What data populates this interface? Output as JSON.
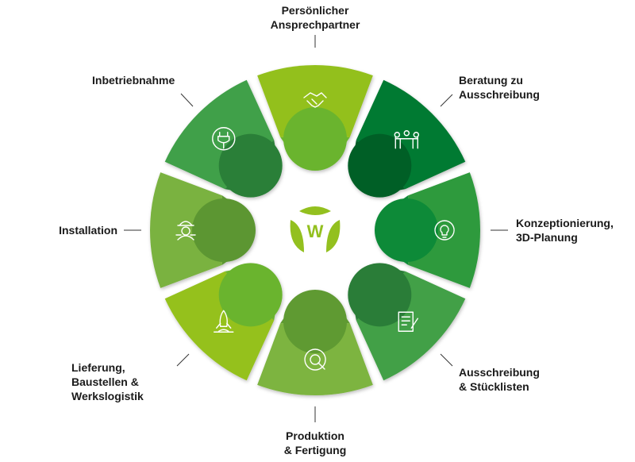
{
  "center_logo": {
    "letter": "W",
    "color": "#93c01f"
  },
  "segments": [
    {
      "label": "Persönlicher\nAnsprechpartner",
      "icon": "handshake-icon",
      "color": "#93c01f",
      "inner": "#6ab42d"
    },
    {
      "label": "Beratung zu\nAusschreibung",
      "icon": "meeting-table-icon",
      "color": "#007a33",
      "inner": "#005e28"
    },
    {
      "label": "Konzeptionierung,\n3D-Planung",
      "icon": "gear-lightbulb-icon",
      "color": "#2e9a3c",
      "inner": "#0d8a38"
    },
    {
      "label": "Ausschreibung\n& Stücklisten",
      "icon": "document-pen-icon",
      "color": "#43a047",
      "inner": "#2a7d37"
    },
    {
      "label": "Produktion\n& Fertigung",
      "icon": "gear-wrench-icon",
      "color": "#7db43f",
      "inner": "#5e9a33"
    },
    {
      "label": "Lieferung,\nBaustellen &\nWerkslogistik",
      "icon": "rocket-icon",
      "color": "#95c11f",
      "inner": "#6ab42d"
    },
    {
      "label": "Installation",
      "icon": "worker-icon",
      "color": "#7ab23f",
      "inner": "#5b9633"
    },
    {
      "label": "Inbetriebnahme",
      "icon": "plug-icon",
      "color": "#41a04a",
      "inner": "#2a7f37"
    }
  ]
}
